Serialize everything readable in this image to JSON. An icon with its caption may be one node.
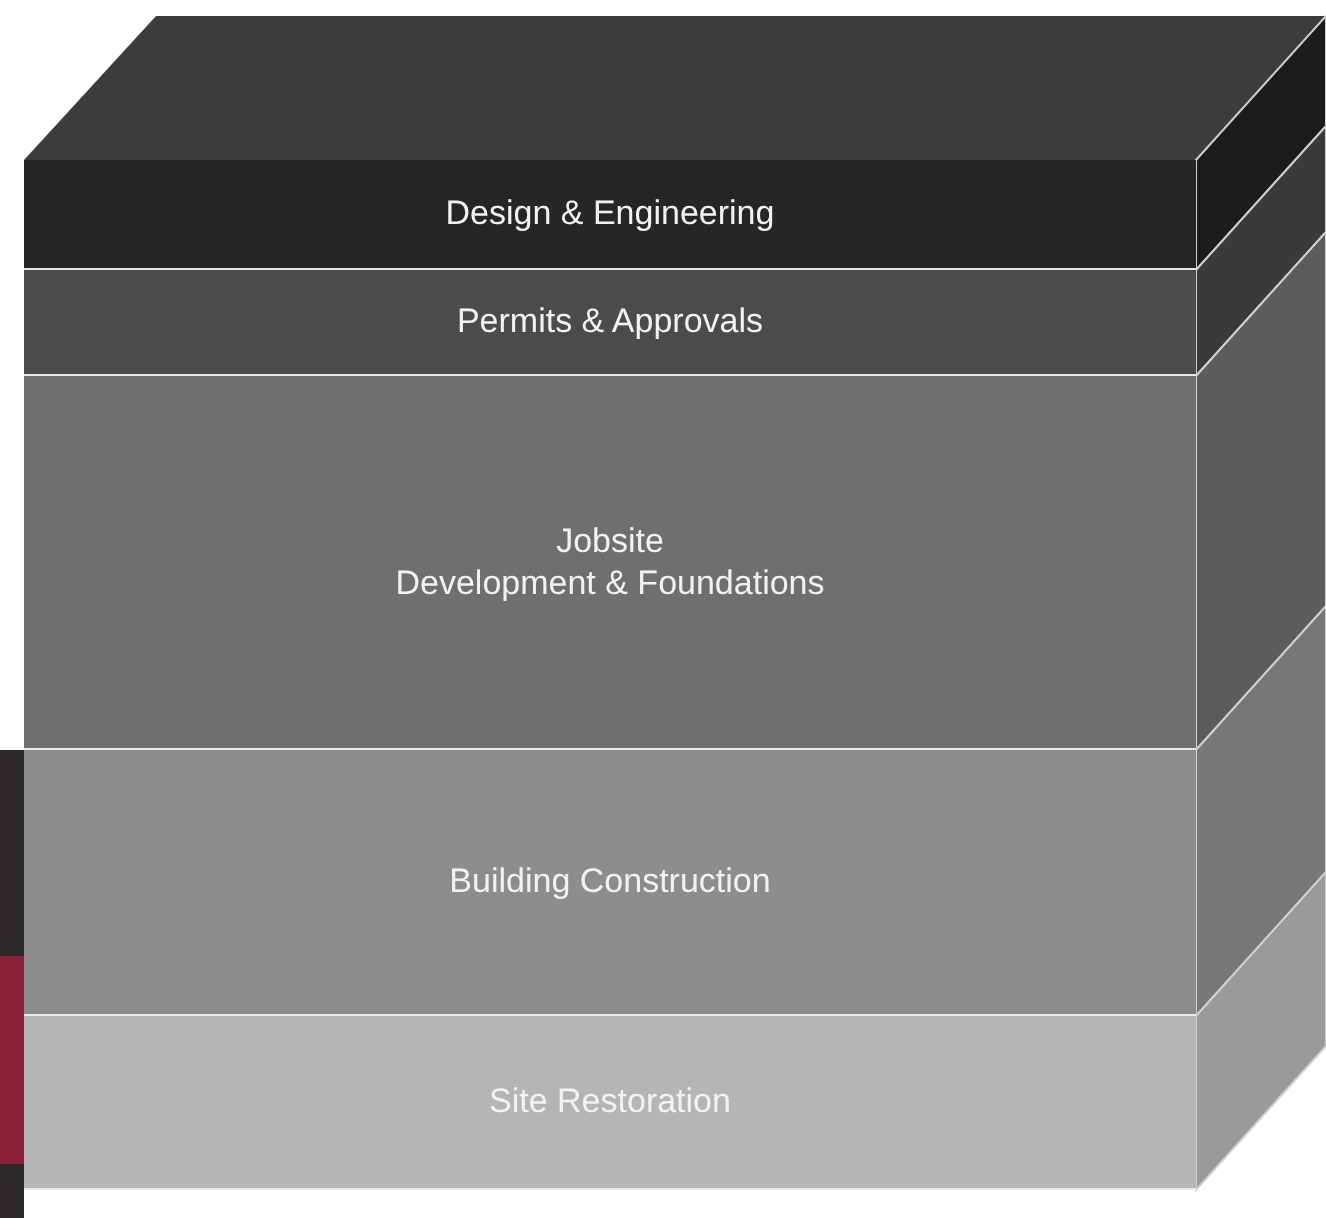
{
  "diagram": {
    "nodes": [
      {
        "text": [
          "Design & Engineering"
        ]
      },
      {
        "text": [
          "Permits & Approvals"
        ]
      },
      {
        "text": [
          "Jobsite Development & Foundations"
        ]
      },
      {
        "text": [
          "Building Construction"
        ]
      },
      {
        "text": [
          "Site Restoration"
        ]
      }
    ]
  }
}
